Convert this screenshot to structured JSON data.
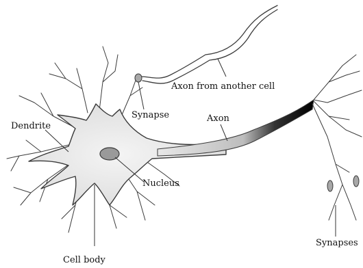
{
  "labels": {
    "axon_from_another_cell": "Axon from another cell",
    "synapse": "Synapse",
    "axon": "Axon",
    "dendrite": "Dendrite",
    "nucleus": "Nucleus",
    "synapses": "Synapses",
    "cell_body": "Cell body"
  },
  "colors": {
    "outline": "#3a3a3a",
    "cell_fill": "#ececec",
    "nucleus_fill": "#9a9a9a",
    "myelin_dark": "#111111",
    "text": "#111111"
  }
}
